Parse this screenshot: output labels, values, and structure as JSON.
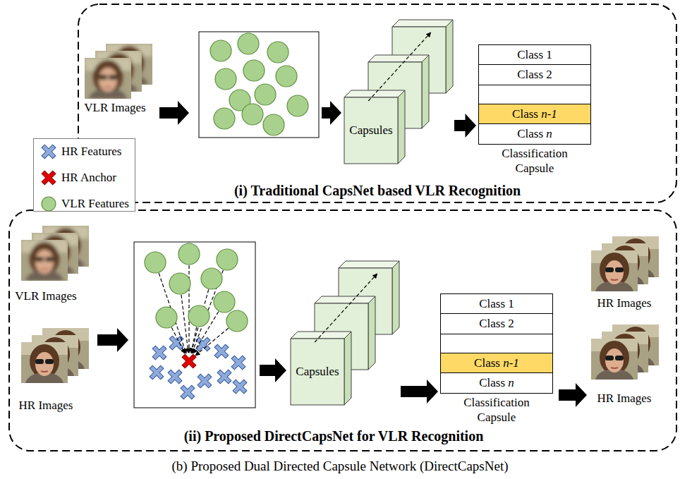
{
  "diagram": {
    "caption": "(b) Proposed Dual Directed Capsule Network (DirectCapsNet)",
    "nodes": [
      {
        "text": [
          "(i) Traditional CapsNet based VLR Recognition"
        ]
      },
      {
        "text": [
          "Capsules"
        ],
        "in": 0
      },
      {
        "text": [
          "Classification Capsule"
        ],
        "in": 0
      },
      {
        "text": [
          "Class 1"
        ],
        "in": 2
      },
      {
        "text": [
          "Class 2"
        ],
        "in": 2
      },
      {
        "text": [
          "Class n-1"
        ],
        "in": 2
      },
      {
        "text": [
          "Class n"
        ],
        "in": 2
      },
      {
        "text": [
          "(ii) Proposed DirectCapsNet for VLR Recognition"
        ]
      },
      {
        "text": [
          "Capsules"
        ],
        "in": 7
      },
      {
        "text": [
          "Classification Capsule"
        ],
        "in": 7
      },
      {
        "text": [
          "Class 1"
        ],
        "in": 9
      },
      {
        "text": [
          "Class 2"
        ],
        "in": 9
      },
      {
        "text": [
          "Class n-1"
        ],
        "in": 9
      },
      {
        "text": [
          "Class n"
        ],
        "in": 9
      }
    ],
    "edges": [
      {
        "from": 1,
        "to": 2,
        "arrow": "to"
      },
      {
        "from": 8,
        "to": 9,
        "arrow": "to"
      }
    ],
    "labels": [
      "VLR Images",
      "VLR Images",
      "HR Images",
      "HR Images",
      "HR Images"
    ],
    "legend": [
      {
        "text": "HR Features"
      },
      {
        "text": "HR Anchor"
      },
      {
        "text": "VLR Features"
      }
    ]
  }
}
